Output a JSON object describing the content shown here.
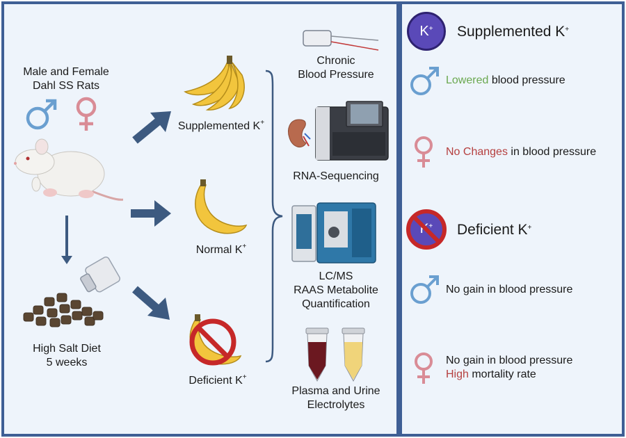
{
  "colors": {
    "border": "#3f5f95",
    "background": "#eef4fb",
    "arrow": "#3d5a80",
    "male_symbol": "#6a9fd0",
    "female_symbol": "#d98c96",
    "green_text": "#6aa84f",
    "red_text": "#b53f3f",
    "k_badge": "#5a49b8",
    "prohibit": "#c62828"
  },
  "rats": {
    "title_line1": "Male and Female",
    "title_line2": "Dahl SS Rats"
  },
  "diet": {
    "line1": "High Salt Diet",
    "line2": "5 weeks"
  },
  "groups": {
    "supplemented": "Supplemented K",
    "normal": "Normal K",
    "deficient": "Deficient K",
    "superscript": "+"
  },
  "measurements": {
    "bp_line1": "Chronic",
    "bp_line2": "Blood Pressure",
    "rna": "RNA-Sequencing",
    "lcms_line1": "LC/MS",
    "lcms_line2": "RAAS Metabolite",
    "lcms_line3": "Quantification",
    "plasma_line1": "Plasma and Urine",
    "plasma_line2": "Electrolytes"
  },
  "results": {
    "badge_text": "K",
    "badge_sup": "+",
    "supplemented_heading": "Supplemented K",
    "deficient_heading": "Deficient K",
    "heading_sup": "+",
    "sup_male_highlight": "Lowered",
    "sup_male_rest": " blood pressure",
    "sup_female_highlight": "No Changes",
    "sup_female_rest": " in blood pressure",
    "def_male": "No gain in blood pressure",
    "def_female_line1": "No gain in blood pressure",
    "def_female_highlight": "High",
    "def_female_rest": " mortality rate"
  }
}
